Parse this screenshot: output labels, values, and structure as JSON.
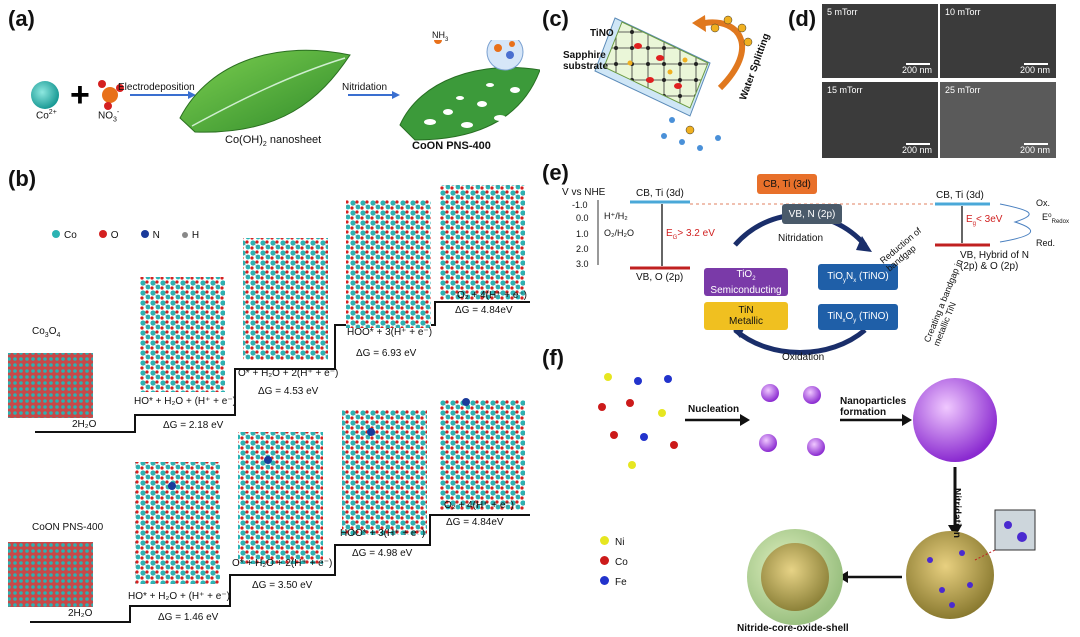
{
  "panels": {
    "a": "(a)",
    "b": "(b)",
    "c": "(c)",
    "d": "(d)",
    "e": "(e)",
    "f": "(f)"
  },
  "panel_a": {
    "co": "Co",
    "co_sup": "2+",
    "no3": "NO",
    "no3_sub": "3",
    "no3_sup": "-",
    "step1": "Electrodeposition",
    "step2": "Nitridation",
    "sheet": "Co(OH)",
    "sheet_sub": "2",
    "sheet_rest": " nanosheet",
    "product": "CoON PNS-400",
    "nh3": "NH",
    "nh3_sub": "3"
  },
  "panel_b": {
    "legend": [
      "Co",
      "O",
      "N",
      "H"
    ],
    "legend_colors": [
      "#2bb3b3",
      "#d42020",
      "#1a3a9a",
      "#888888"
    ],
    "row1": {
      "name": "Co",
      "name_sub1": "3",
      "name_mid": "O",
      "name_sub2": "4",
      "steps": [
        "2H₂O",
        "HO* + H₂O + (H⁺ + e⁻)",
        "O* + H₂O + 2(H⁺ + e⁻)",
        "HOO* + 3(H⁺ + e⁻)",
        "O₂ + 4(H⁺ + e⁻)"
      ],
      "dg": [
        "ΔG = 2.18 eV",
        "ΔG = 4.53 eV",
        "ΔG = 6.93 eV",
        "ΔG = 4.84eV"
      ]
    },
    "row2": {
      "name": "CoON PNS-400",
      "steps": [
        "2H₂O",
        "HO* + H₂O + (H⁺ + e⁻)",
        "O* + H₂O + 2(H⁺ + e⁻)",
        "HOO* + 3(H⁺ + e⁻)",
        "O₂ + 4(H⁺ + e⁻)"
      ],
      "dg": [
        "ΔG = 1.46 eV",
        "ΔG = 3.50 eV",
        "ΔG = 4.98 eV",
        "ΔG = 4.84eV"
      ]
    }
  },
  "panel_c": {
    "tino": "TiNO",
    "substrate": "Sapphire substrate",
    "water": "Water Splitting"
  },
  "panel_d": {
    "images": [
      "5 mTorr",
      "10 mTorr",
      "15 mTorr",
      "25 mTorr"
    ],
    "scale": "200 nm"
  },
  "panel_e": {
    "axis_title": "V vs NHE",
    "ticks": [
      "-1.0",
      "0.0",
      "1.0",
      "2.0",
      "3.0"
    ],
    "h_couple": "H⁺/H₂",
    "o_couple": "O₂/H₂O",
    "cb_left": "CB, Ti (3d)",
    "vb_left": "VB, O (2p)",
    "eg_left": "E",
    "eg_left_sub": "G",
    "eg_left_rest": "> 3.2 eV",
    "cb_top": "CB, Ti (3d)",
    "vb_top": "VB, N (2p)",
    "nitridation": "Nitridation",
    "oxidation": "Oxidation",
    "tio2": "TiO",
    "tio2_sub": "2",
    "tio2_sub2": "Semiconducting",
    "tin": "TiN",
    "tin_sub": "Metallic",
    "tiono": "TiO",
    "tiono_x": "y",
    "tiono_n": "N",
    "tiono_nx": "x",
    "tiono_name": " (TiNO)",
    "tinox": "TiN",
    "tinox_x": "x",
    "tinox_o": "O",
    "tinox_y": "y",
    "tinox_name": " (TiNO)",
    "reduction": "Reduction of bandgap",
    "creating": "Creating a bandgap in metallic TiN",
    "cb_right": "CB, Ti (3d)",
    "eg_right": "E",
    "eg_right_sub": "g",
    "eg_right_rest": "< 3eV",
    "vb_right": "VB, Hybrid of N (2p) & O (2p)",
    "ox": "Ox.",
    "red": "Red.",
    "eredox": "E⁰",
    "eredox_sub": "Redox"
  },
  "panel_f": {
    "nucleation": "Nucleation",
    "nano": "Nanoparticles formation",
    "nitridation": "Nitridation",
    "final": "Nitride-core-oxide-shell",
    "legend": [
      "Ni",
      "Co",
      "Fe"
    ],
    "legend_colors": [
      "#e6e620",
      "#cc1a1a",
      "#2233cc"
    ]
  }
}
